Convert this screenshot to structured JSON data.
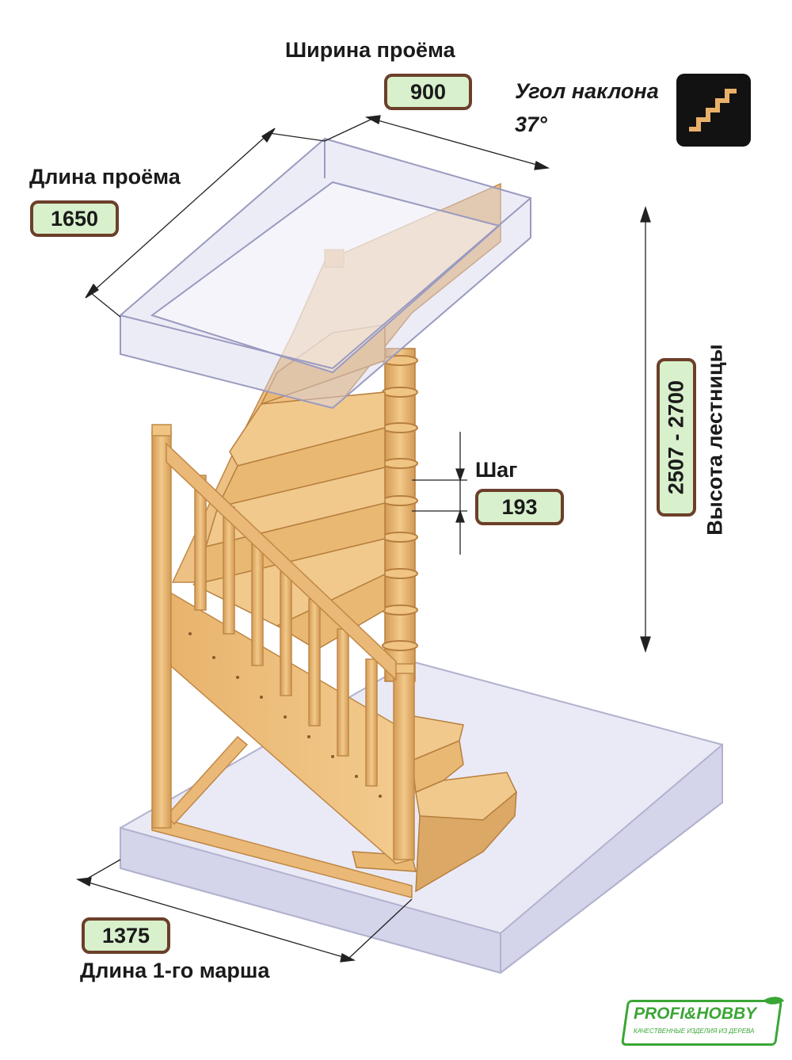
{
  "labels": {
    "opening_width": "Ширина проёма",
    "opening_length": "Длина проёма",
    "slope_angle": "Угол наклона",
    "slope_value": "37°",
    "step": "Шаг",
    "stair_height": "Высота лестницы",
    "first_flight_length": "Длина 1-го марша"
  },
  "values": {
    "opening_width": "900",
    "opening_length": "1650",
    "step": "193",
    "stair_height": "2507 - 2700",
    "first_flight_length": "1375"
  },
  "logo": {
    "name": "PROFI&HOBBY",
    "tagline": "КАЧЕСТВЕННЫЕ ИЗДЕЛИЯ ИЗ ДЕРЕВА"
  },
  "colors": {
    "badge_fill": "#d8f0cc",
    "badge_border": "#6b3f2a",
    "wood": "#e9b873",
    "wood_dark": "#c98f48",
    "glass": "#c9c9e6",
    "logo_green": "#3aa635"
  }
}
